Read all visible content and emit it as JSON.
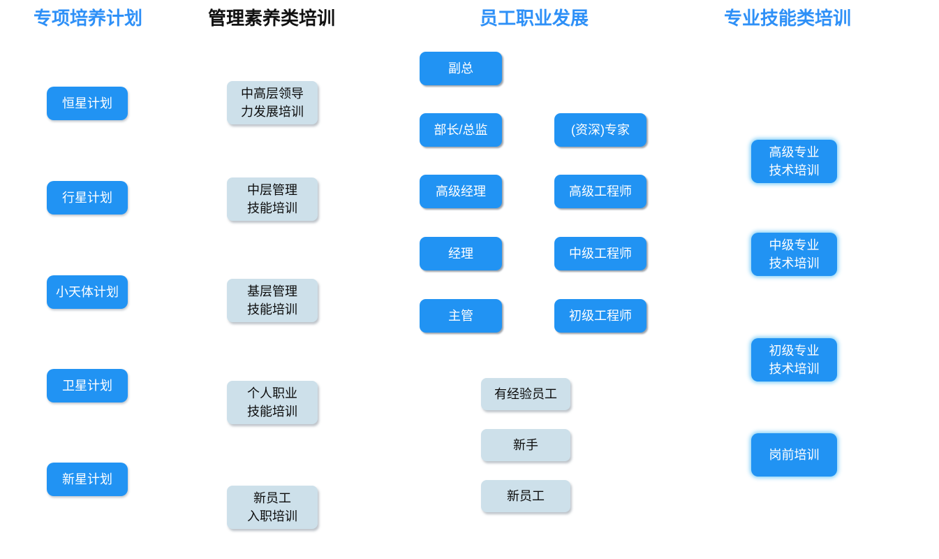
{
  "colors": {
    "accent_blue": "#2e90f7",
    "box_blue": "#2193f3",
    "box_gray": "#cde0ea",
    "header_dark": "#111111"
  },
  "columns": {
    "special_programs": {
      "header": "专项培养计划",
      "items": [
        "恒星计划",
        "行星计划",
        "小天体计划",
        "卫星计划",
        "新星计划"
      ]
    },
    "management_training": {
      "header": "管理素养类培训",
      "items": [
        "中高层领导\n力发展培训",
        "中层管理\n技能培训",
        "基层管理\n技能培训",
        "个人职业\n技能培训",
        "新员工\n入职培训"
      ]
    },
    "career_development": {
      "header": "员工职业发展",
      "management_track": [
        "副总",
        "部长/总监",
        "高级经理",
        "经理",
        "主管"
      ],
      "technical_track": [
        "(资深)专家",
        "高级工程师",
        "中级工程师",
        "初级工程师"
      ],
      "entry_levels": [
        "有经验员工",
        "新手",
        "新员工"
      ]
    },
    "skill_training": {
      "header": "专业技能类培训",
      "items": [
        "高级专业\n技术培训",
        "中级专业\n技术培训",
        "初级专业\n技术培训",
        "岗前培训"
      ]
    }
  }
}
